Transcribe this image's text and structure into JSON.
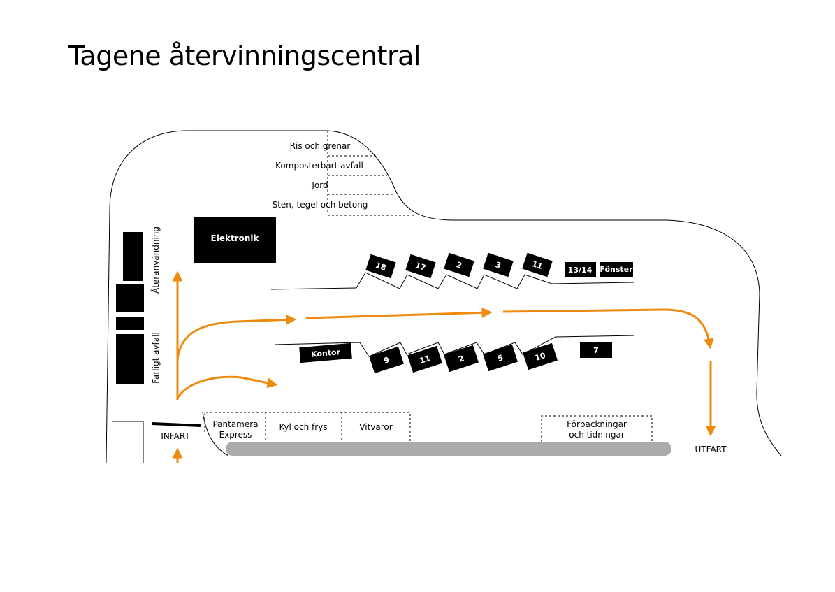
{
  "title": "Tagene återvinningscentral",
  "colors": {
    "route": "#EE8A0E",
    "road": "#ABABAB",
    "container": "#000000"
  },
  "compost_zones": [
    "Ris och grenar",
    "Komposterbart avfall",
    "Jord",
    "Sten, tegel och betong"
  ],
  "buildings": {
    "elektronik": "Elektronik",
    "kontor": "Kontor",
    "ateranvandning": "Återanvändning",
    "farligt_avfall": "Farligt avfall"
  },
  "upper_row": [
    "18",
    "17",
    "2",
    "3",
    "11",
    "13/14",
    "Fönster"
  ],
  "lower_row": [
    "9",
    "11",
    "2",
    "5",
    "10",
    "7"
  ],
  "stations": {
    "pantamera": [
      "Pantamera",
      "Express"
    ],
    "kyl": "Kyl och frys",
    "vitvaror": "Vitvaror",
    "forpackningar": [
      "Förpackningar",
      "och tidningar"
    ]
  },
  "entrance": "INFART",
  "exit": "UTFART"
}
